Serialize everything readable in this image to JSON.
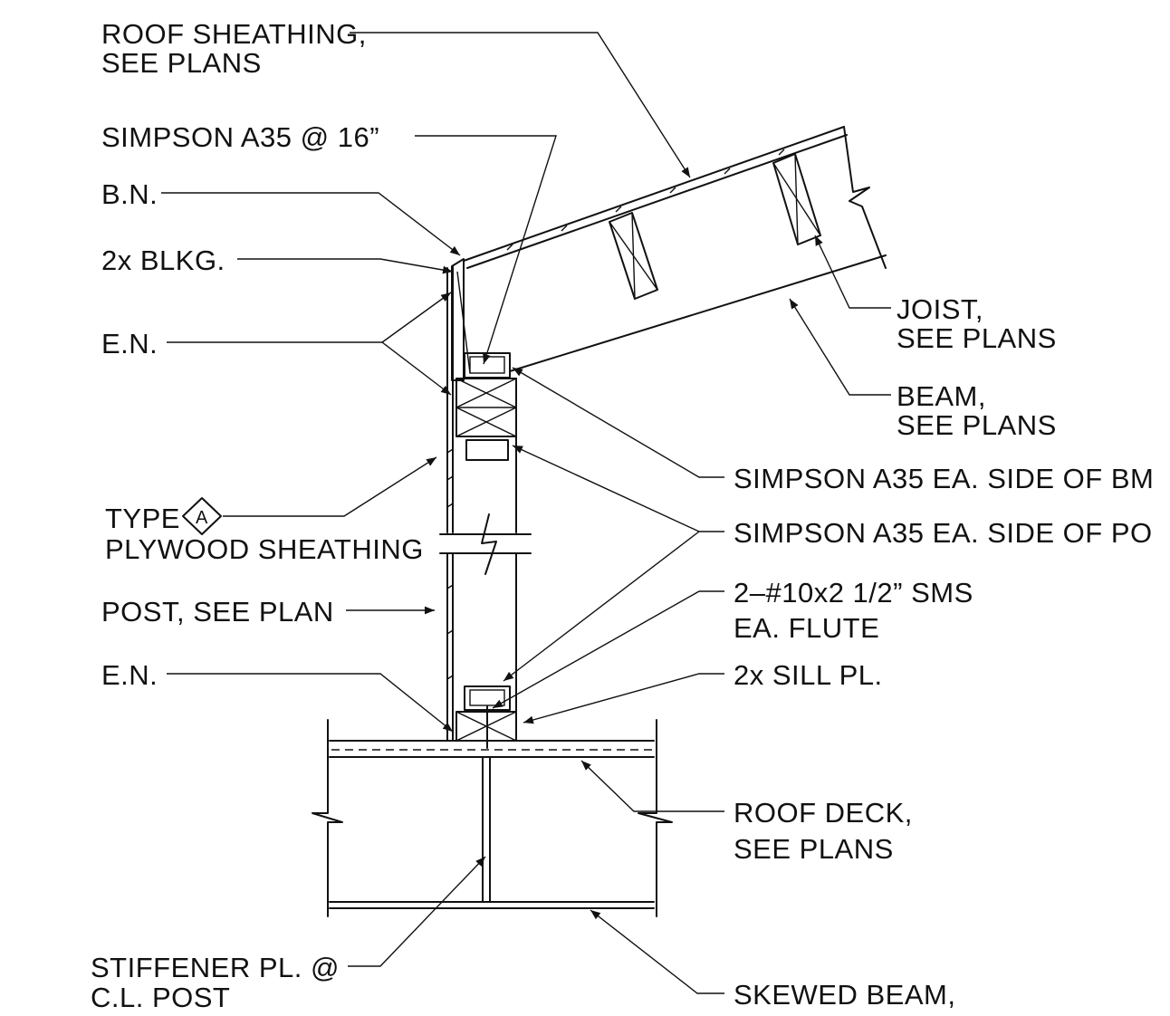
{
  "labels": {
    "roof_sheathing_1": "ROOF SHEATHING,",
    "roof_sheathing_2": "SEE PLANS",
    "simpson_a35_16": "SIMPSON A35 @ 16”",
    "bn": "B.N.",
    "blkg": "2x BLKG.",
    "en_top": "E.N.",
    "type_prefix": "TYPE",
    "type_letter": "A",
    "plywood": "PLYWOOD SHEATHING",
    "post": "POST, SEE PLAN",
    "en_bottom": "E.N.",
    "stiffener_1": "STIFFENER PL. @",
    "stiffener_2": "C.L. POST",
    "joist_1": "JOIST,",
    "joist_2": "SEE PLANS",
    "beam_1": "BEAM,",
    "beam_2": "SEE PLANS",
    "simpson_bm": "SIMPSON A35 EA. SIDE OF BM",
    "simpson_po": "SIMPSON A35 EA. SIDE OF PO",
    "sms_1": "2–#10x2 1/2” SMS",
    "sms_2": "EA. FLUTE",
    "sill": "2x SILL PL.",
    "roof_deck_1": "ROOF DECK,",
    "roof_deck_2": "SEE PLANS",
    "skewed_beam": "SKEWED BEAM,"
  }
}
